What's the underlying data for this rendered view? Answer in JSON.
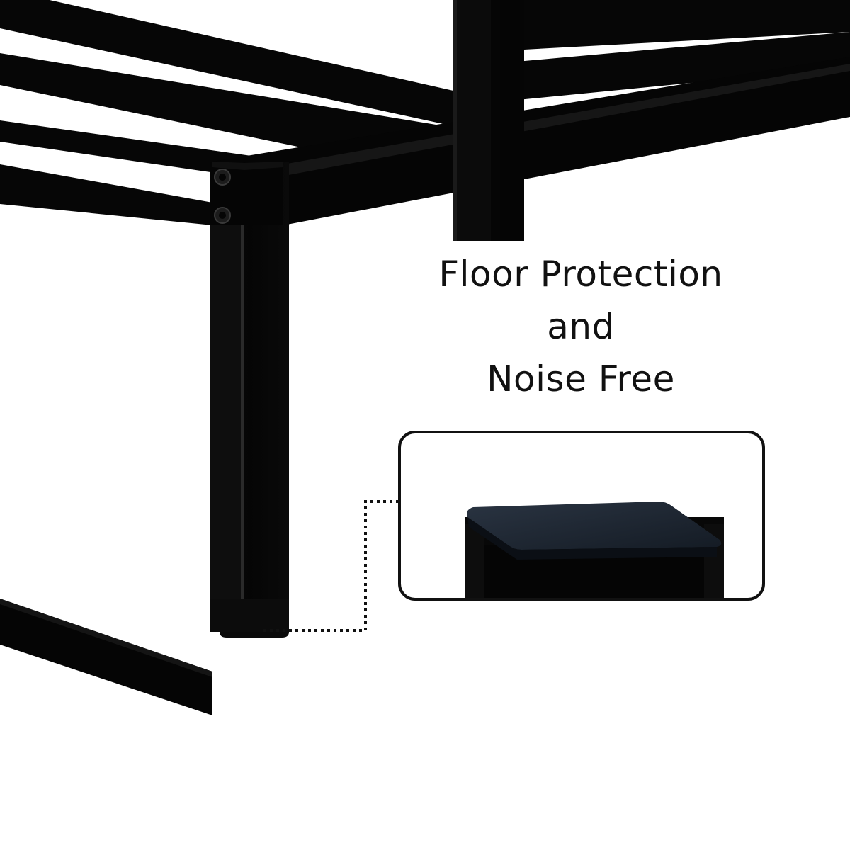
{
  "image": {
    "subject": "black metal bed frame leg with floor protection pad",
    "background_color": "#ffffff",
    "frame_color": "#050505",
    "pad_color": "#1b2430"
  },
  "caption": {
    "line1": "Floor Protection",
    "line2": "and",
    "line3": "Noise Free"
  }
}
